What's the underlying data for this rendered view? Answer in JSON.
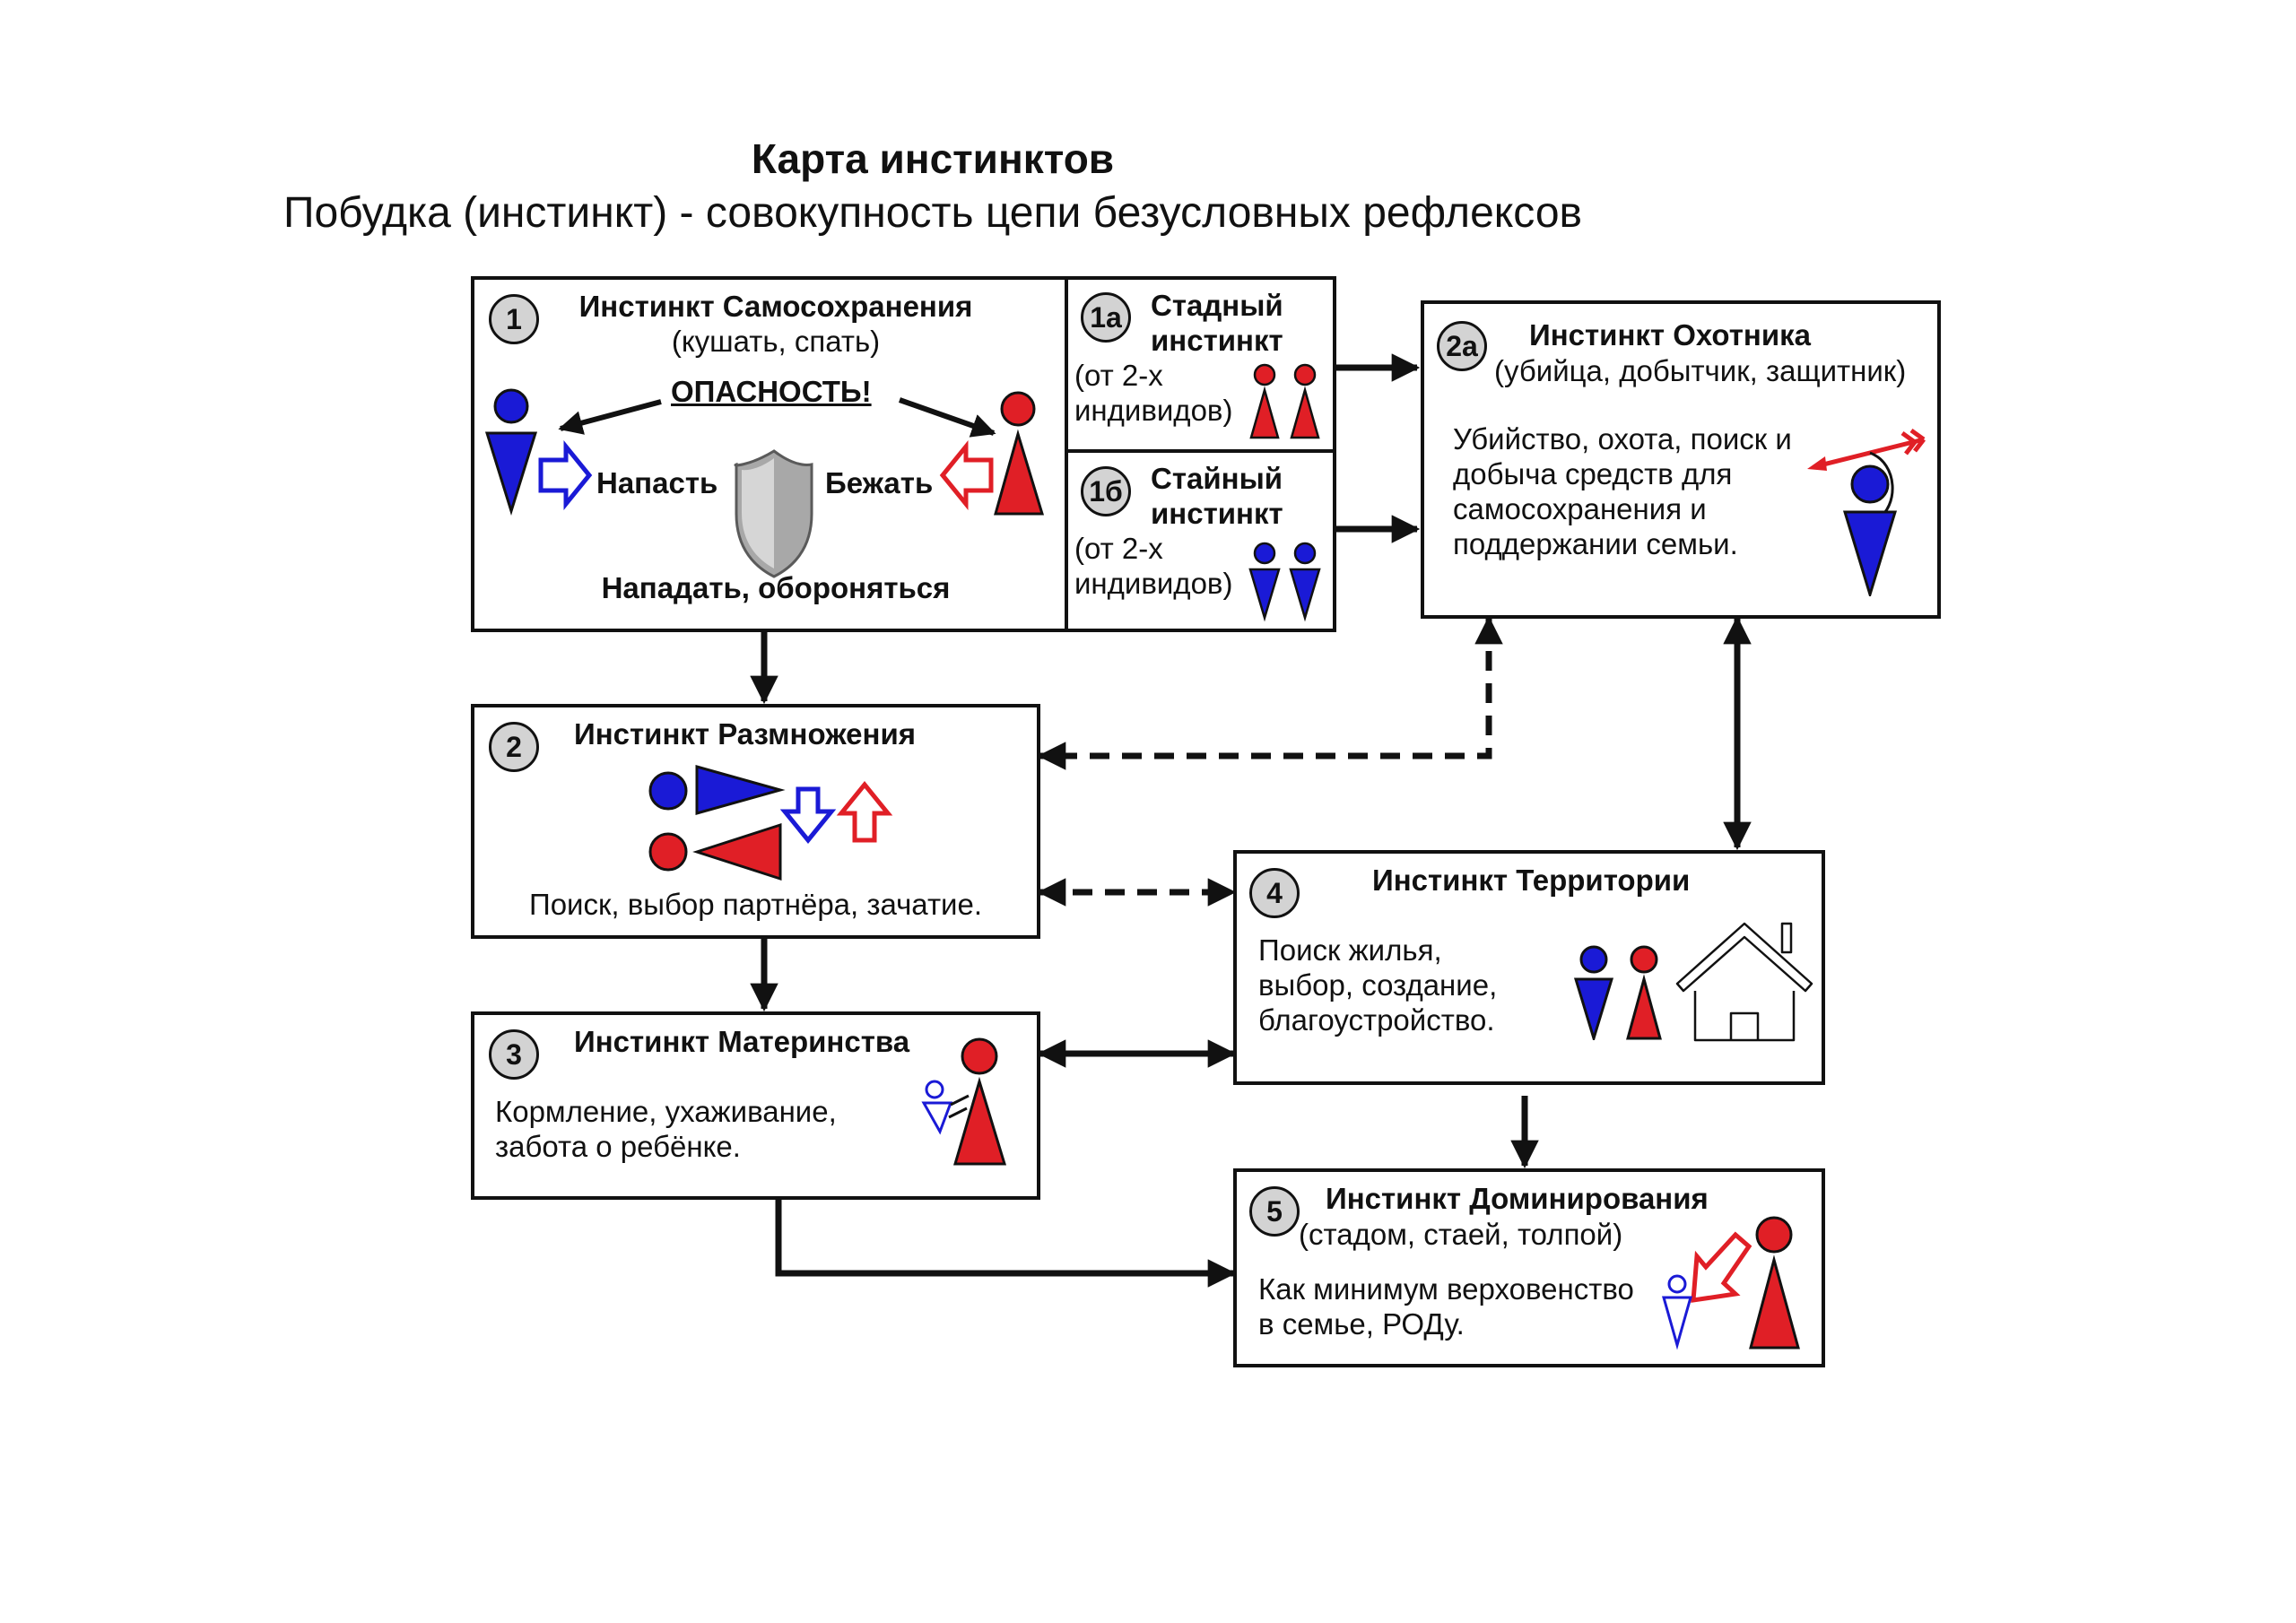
{
  "title": "Карта инстинктов",
  "subtitle": "Побудка (инстинкт) - совокупность цепи безусловных рефлексов",
  "box1": {
    "num": "1",
    "title": "Инстинкт Самосохранения",
    "sub": "(кушать, спать)",
    "danger": "ОПАСНОСТЬ!",
    "attack": "Напасть",
    "flee": "Бежать",
    "bottom": "Нападать, обороняться"
  },
  "box1a": {
    "num": "1а",
    "title_l1": "Стадный",
    "title_l2": "инстинкт",
    "sub_l1": "(от 2-х",
    "sub_l2": "индивидов)"
  },
  "box1b": {
    "num": "1б",
    "title_l1": "Стайный",
    "title_l2": "инстинкт",
    "sub_l1": "(от 2-х",
    "sub_l2": "индивидов)"
  },
  "box2a": {
    "num": "2а",
    "title": "Инстинкт Охотника",
    "sub": "(убийца, добытчик, защитник)",
    "text_l1": "Убийство, охота, поиск и",
    "text_l2": "добыча средств для",
    "text_l3": "самосохранения и",
    "text_l4": "поддержании семьи."
  },
  "box2": {
    "num": "2",
    "title": "Инстинкт Размножения",
    "text": "Поиск, выбор партнёра, зачатие."
  },
  "box3": {
    "num": "3",
    "title": "Инстинкт Материнства",
    "text_l1": "Кормление, ухаживание,",
    "text_l2": "забота о ребёнке."
  },
  "box4": {
    "num": "4",
    "title": "Инстинкт Территории",
    "text_l1": "Поиск жилья,",
    "text_l2": "выбор, создание,",
    "text_l3": "благоустройство."
  },
  "box5": {
    "num": "5",
    "title": "Инстинкт Доминирования",
    "sub": "(стадом, стаей, толпой)",
    "text_l1": "Как минимум верховенство",
    "text_l2": "в семье, РОДу."
  },
  "colors": {
    "male": "#1a1ad6",
    "female": "#e01f26",
    "outline": "#111111",
    "badge": "#d3d3d3"
  }
}
